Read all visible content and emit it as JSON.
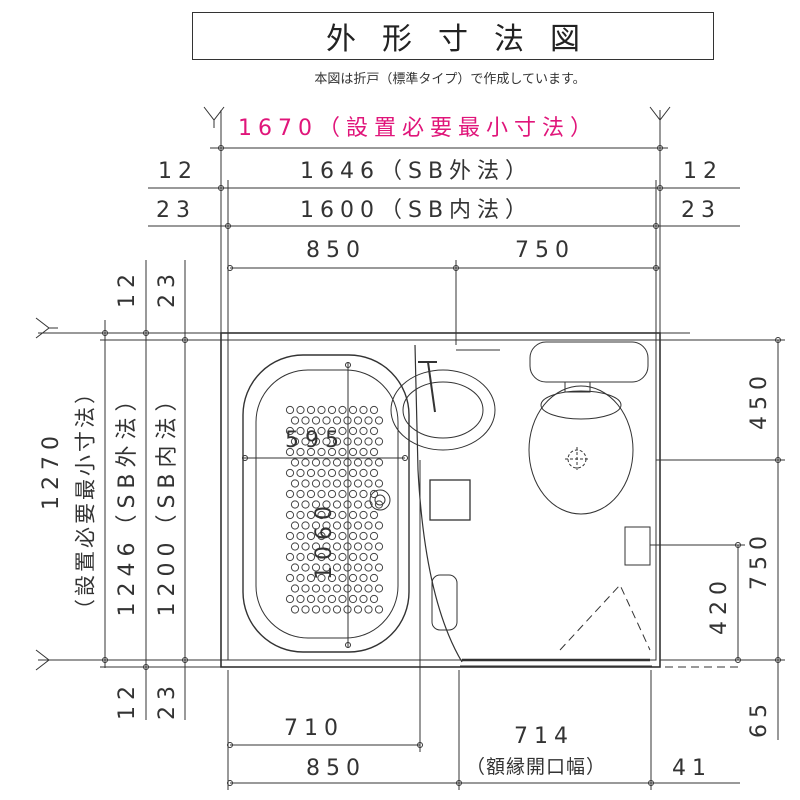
{
  "title": "外形寸法図",
  "note": "本図は折戸（標準タイプ）で作成しています。",
  "top": {
    "install": "1670（設置必要最小寸法）",
    "outer_side": "12",
    "outer": "1646（SB外法）",
    "inner_side": "23",
    "inner": "1600（SB内法）",
    "left_span": "850",
    "right_span": "750"
  },
  "left": {
    "outer_side": "12",
    "inner_side": "23",
    "install_value": "1270",
    "install_label": "（設置必要最小寸法）",
    "outer": "1246（SB外法）",
    "inner": "1200（SB内法）"
  },
  "inside": {
    "tub_width": "595",
    "tub_length": "1060"
  },
  "right": {
    "upper": "450",
    "lower": "750",
    "door_offset": "420",
    "bottom": "65"
  },
  "bottom": {
    "tub_span": "710",
    "door_width": "714",
    "door_label": "（額縁開口幅）",
    "left_span": "850",
    "right_edge": "41"
  },
  "colors": {
    "line": "#333333",
    "accent": "#e0157a"
  }
}
